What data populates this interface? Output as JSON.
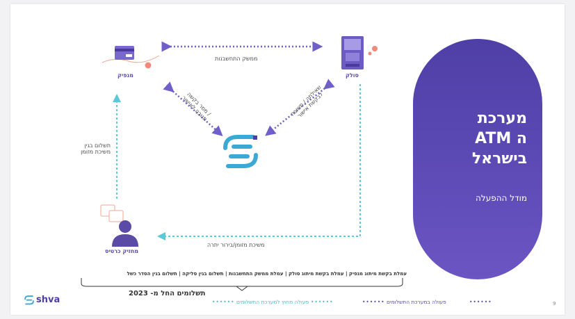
{
  "title": "מערכת ה ATM בישראל",
  "title_lines": [
    "מערכת",
    "ה ATM",
    "בישראל"
  ],
  "subtitle": "מודל ההפעלה",
  "nodes": {
    "issuer": "מנפיק",
    "acquirer": "סולק",
    "cardholder": "מחזיק כרטיס"
  },
  "arrows": {
    "settlement": "ממשק התחשבנות",
    "issuer_shva": [
      "מסר בקשה /",
      "תגובה לאישור"
    ],
    "acquirer_shva": [
      "שאילתה / תשובה",
      "לבקשת אישור"
    ],
    "issuer_cardholder": [
      "תשלום בגין",
      "משיכת מזומן"
    ],
    "acquirer_cardholder": "משיכת מזומן/בירור יתרה"
  },
  "fees_row": "עמלת בקשת מיתוג מנפיק | עמלת בקשת מיתוג סולק | עמלת ממשק התחשבנות | תשלום בגין סליקה | תשלום בגין הסדר כשל",
  "year_label": "תשלומים החל מ- 2023",
  "legend": {
    "inside": "פעולה במערכת התשלומים",
    "outside": "פעולה מחוץ למערכת התשלומים"
  },
  "logo": "shva",
  "page_number": "9",
  "colors": {
    "purple": "#5b4aa6",
    "dotted_purple": "#6f5fc9",
    "dotted_cyan": "#5ec8d8",
    "shva_blue": "#3aa9d6"
  },
  "icons": [
    "card-icon",
    "atm-icon",
    "cardholder-icon",
    "shva-logo-icon"
  ]
}
